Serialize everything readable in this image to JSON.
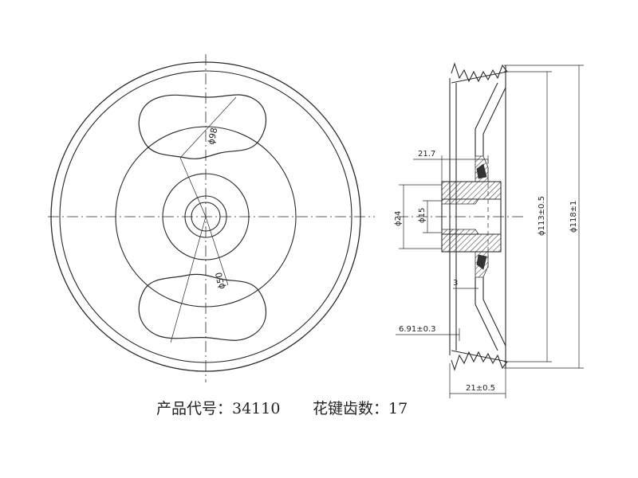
{
  "front_view": {
    "dim_98": "ϕ98",
    "dim_50": "ϕ50"
  },
  "section_view": {
    "dim_21_7": "21.7",
    "dim_24": "ϕ24",
    "dim_15": "ϕ15",
    "dim_3": "3",
    "dim_6_91": "6.91±0.3",
    "dim_113": "ϕ113±0.5",
    "dim_118": "ϕ118±1",
    "dim_21": "21±0.5"
  },
  "caption": {
    "product_code": "产品代号：34110",
    "spline_teeth": "花键齿数：17"
  },
  "colors": {
    "line": "#2a2a2a",
    "section_hatch": "#333333"
  }
}
